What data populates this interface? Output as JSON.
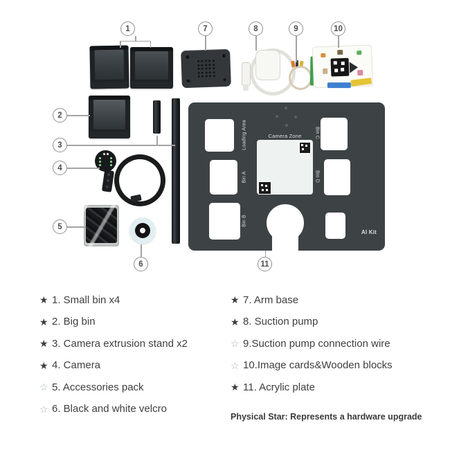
{
  "callouts": {
    "n1": "1",
    "n2": "2",
    "n3": "3",
    "n4": "4",
    "n5": "5",
    "n6": "6",
    "n7": "7",
    "n8": "8",
    "n9": "9",
    "n10": "10",
    "n11": "11"
  },
  "plate": {
    "loading_area": "Loading Area",
    "bin_a": "Bin A",
    "bin_b": "Bin B",
    "bin_c": "Bin C",
    "bin_d": "Bin D",
    "camera_zone": "Camera Zone",
    "ai_kit": "AI Kit"
  },
  "legend": {
    "left": [
      {
        "star": "★",
        "label": "1. Small bin x4"
      },
      {
        "star": "★",
        "label": "2. Big bin"
      },
      {
        "star": "★",
        "label": "3. Camera extrusion stand x2"
      },
      {
        "star": "★",
        "label": "4. Camera"
      },
      {
        "star": "☆",
        "label": "5. Accessories pack"
      },
      {
        "star": "☆",
        "label": "6. Black and white velcro"
      }
    ],
    "right": [
      {
        "star": "★",
        "label": "7. Arm base"
      },
      {
        "star": "★",
        "label": "8. Suction pump"
      },
      {
        "star": "☆",
        "label": "9.Suction pump connection wire"
      },
      {
        "star": "☆",
        "label": "10.Image cards&Wooden blocks"
      },
      {
        "star": "★",
        "label": "11. Acrylic plate"
      }
    ],
    "note": "Physical Star: Represents a hardware upgrade"
  },
  "icons": {
    "filled_star": "★",
    "hollow_star": "☆"
  },
  "colors": {
    "plate": "#3d4245",
    "dark_part": "#1f2225",
    "callout_line": "#a3a3a3",
    "legend_text": "#3f3f42",
    "hollow_star": "#a9aeb3",
    "box_green": "#3f9e4d",
    "box_blue": "#3e7fd0",
    "box_yellow": "#e5c438"
  }
}
